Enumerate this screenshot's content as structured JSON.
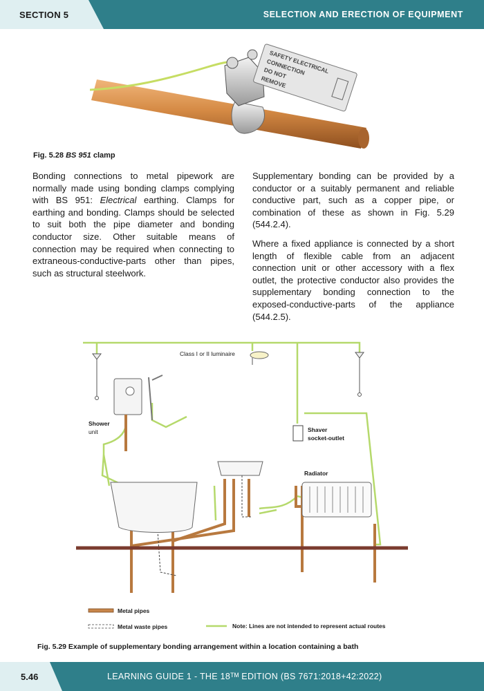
{
  "header": {
    "section": "SECTION 5",
    "title": "SELECTION  AND ERECTION OF EQUIPMENT"
  },
  "figure_28": {
    "caption_prefix": "Fig. 5.28 ",
    "caption_italic": "BS 951",
    "caption_suffix": " clamp",
    "label_lines": [
      "SAFETY ELECTRICAL",
      "CONNECTION",
      "DO NOT",
      "REMOVE"
    ]
  },
  "left_column": {
    "p1_a": "Bonding connections to metal pipework are normally made using bonding clamps complying with BS 951: ",
    "p1_italic": "Electrical",
    "p1_b": " earthing. Clamps for earthing and bonding. Clamps should be selected to suit both the pipe diameter and bonding  conductor size. Other suitable means of connection may be required when connecting to extraneous-conductive-parts other than pipes, such as structural steelwork."
  },
  "right_column": {
    "p1": "Supplementary bonding can be provided by a conductor or a suitably permanent and reliable conductive part, such as a copper pipe, or combination of these as shown in Fig. 5.29 (544.2.4).",
    "p2": "Where a fixed appliance is connected by a short length of flexible cable from an adjacent connection unit  or other accessory with a flex outlet, the protective conductor also provides the  supplementary bonding connection to the exposed-conductive-parts of the appliance (544.2.5)."
  },
  "figure_29": {
    "label_luminaire": "Class I or II luminaire",
    "label_shower": "Shower",
    "label_shower_unit": "unit",
    "label_shaver": "Shaver",
    "label_shaver_socket": "socket-outlet",
    "label_radiator": "Radiator",
    "legend_metal_pipes": "Metal pipes",
    "legend_waste_pipes": "Metal waste pipes",
    "legend_note": "Note: Lines are not intended to represent actual routes",
    "caption": "Fig. 5.29  Example of supplementary bonding arrangement within  a location containing a bath"
  },
  "footer": {
    "page": "5.46",
    "text": "LEARNING GUIDE 1 - THE 18ᵀᴹ  EDITION (BS 7671:2018+42:2022)"
  },
  "colors": {
    "teal": "#2f7f8a",
    "tab_light": "#dfeff1",
    "copper": "#c8864a",
    "bond_green": "#b5d96b",
    "floor": "#7a3b2e"
  }
}
